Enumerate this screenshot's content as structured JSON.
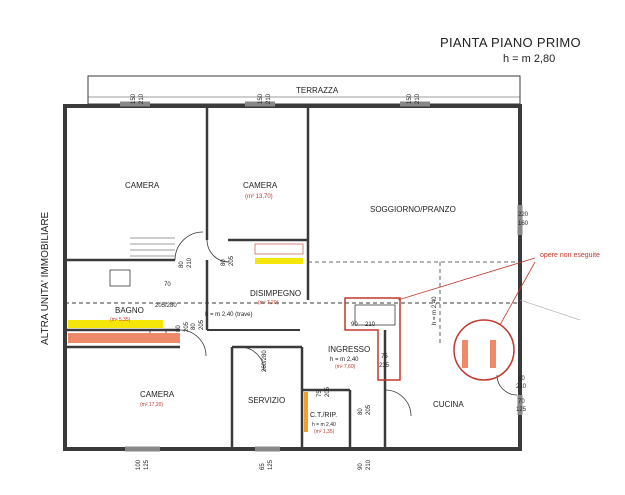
{
  "header": {
    "title": "PIANTA PIANO PRIMO",
    "height_note": "h = m 2,80"
  },
  "side_label": "ALTRA UNITA' IMMOBILIARE",
  "rooms": {
    "terrazza": "TERRAZZA",
    "camera_1": "CAMERA",
    "camera_2": "CAMERA",
    "camera_2_area": "(m² 13,70)",
    "soggiorno": "SOGGIORNO/PRANZO",
    "bagno": "BAGNO",
    "bagno_area": "(m² 5,35)",
    "disimpegno": "DISIMPEGNO",
    "disimpegno_area": "(m² 7,20)",
    "ingresso": "INGRESSO",
    "ingresso_h": "h = m 2,40",
    "ingresso_area": "(m² 7,60)",
    "camera_3": "CAMERA",
    "camera_3_area": "(m² 17,20)",
    "servizio": "SERVIZIO",
    "ctrip": "C.T./RIP.",
    "ctrip_h": "h = m 2,40",
    "ctrip_area": "(m² 1,35)",
    "cucina": "CUCINA"
  },
  "annotations": {
    "beam": "h = m 2,40 (trave)",
    "opere": "opere non eseguite"
  },
  "dimensions": {
    "w_top1_a": "150",
    "w_top1_b": "210",
    "w_top2_a": "150",
    "w_top2_b": "210",
    "w_top3_a": "150",
    "w_top3_b": "210",
    "w_right1_a": "220",
    "w_right1_b": "160",
    "d_cam1_a": "80",
    "d_cam1_b": "210",
    "d_cam2_a": "80",
    "d_cam2_b": "205",
    "d_bagno_a": "70",
    "d_bagno_b": "205/280",
    "d_dis_a": "80",
    "d_dis_b": "205",
    "d_ing_a": "90",
    "d_ing_b": "210",
    "d_ing_c": "75",
    "d_ing_d": "235",
    "d_ing_e": "80",
    "d_ing_f": "205",
    "d_serv_a": "260/280",
    "d_ct_a": "75",
    "d_ct_b": "205",
    "d_ct_c": "80",
    "d_ct_d": "205",
    "d_ent_a": "90",
    "d_ent_b": "210",
    "d_cucina_a": "60",
    "d_cucina_b": "210",
    "d_cucina_c": "70",
    "d_cucina_d": "125",
    "w_bot1_a": "100",
    "w_bot1_b": "125",
    "w_bot2_a": "65",
    "w_bot2_b": "125",
    "h240": "h = m 2,40"
  },
  "colors": {
    "wall": "#3a3a3a",
    "annotation_red": "#c0392b",
    "highlight_yellow": "#f5e60a",
    "highlight_salmon": "#ee8a6a"
  }
}
